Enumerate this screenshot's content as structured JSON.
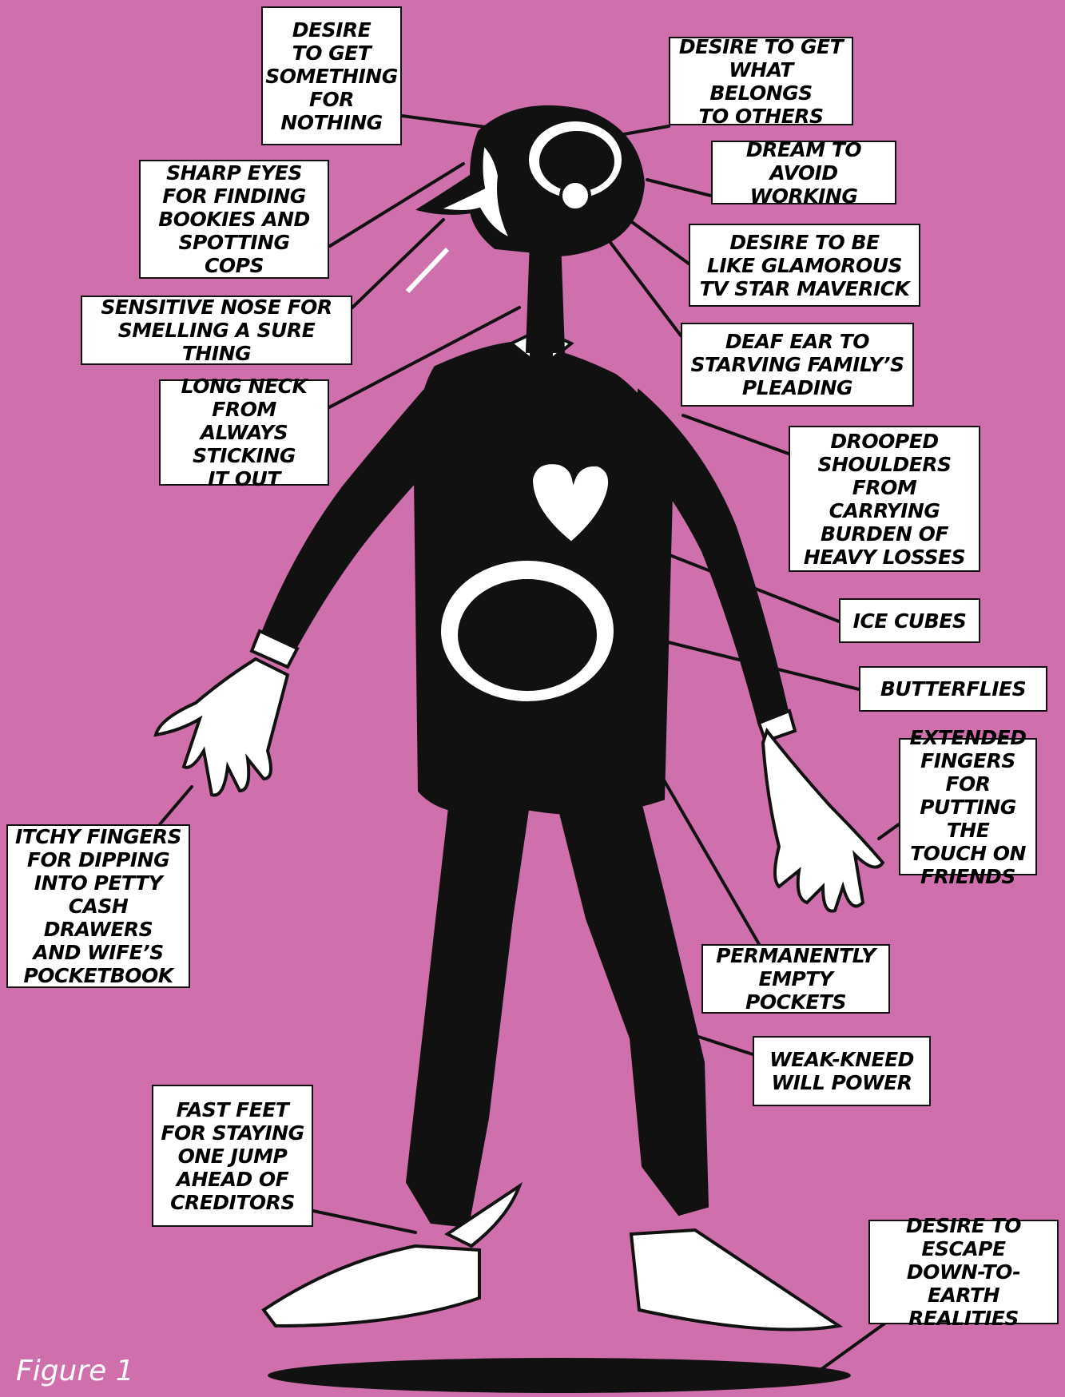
{
  "colors": {
    "background": "#cf70ac",
    "ink": "#111111",
    "label_fill": "#ffffff",
    "caption_text": "#ffffff"
  },
  "labels": {
    "desire_something_for_nothing": "DESIRE\nTO GET\nSOMETHING\nFOR\nNOTHING",
    "desire_what_belongs": "DESIRE TO GET\nWHAT BELONGS\nTO OTHERS",
    "dream_avoid_working": "DREAM TO\nAVOID WORKING",
    "sharp_eyes": "SHARP EYES\nFOR FINDING\nBOOKIES AND\nSPOTTING COPS",
    "desire_tv_star": "DESIRE TO BE\nLIKE GLAMOROUS\nTV STAR MAVERICK",
    "sensitive_nose": "SENSITIVE NOSE FOR\nSMELLING A SURE THING",
    "deaf_ear": "DEAF EAR TO\nSTARVING FAMILY’S\nPLEADING",
    "long_neck": "LONG NECK\nFROM ALWAYS\nSTICKING\nIT OUT",
    "drooped_shoulders": "DROOPED\nSHOULDERS\nFROM CARRYING\nBURDEN OF\nHEAVY LOSSES",
    "ice_cubes": "ICE CUBES",
    "butterflies": "BUTTERFLIES",
    "extended_fingers": "EXTENDED\nFINGERS FOR\nPUTTING THE\nTOUCH ON\nFRIENDS",
    "itchy_fingers": "ITCHY FINGERS\nFOR DIPPING\nINTO PETTY\nCASH DRAWERS\nAND WIFE’S\nPOCKETBOOK",
    "empty_pockets": "PERMANENTLY\nEMPTY POCKETS",
    "weak_kneed": "WEAK-KNEED\nWILL POWER",
    "fast_feet": "FAST FEET\nFOR STAYING\nONE JUMP\nAHEAD OF\nCREDITORS",
    "escape_realities": "DESIRE TO\nESCAPE\nDOWN-TO-EARTH\nREALITIES"
  },
  "caption": "Figure 1"
}
